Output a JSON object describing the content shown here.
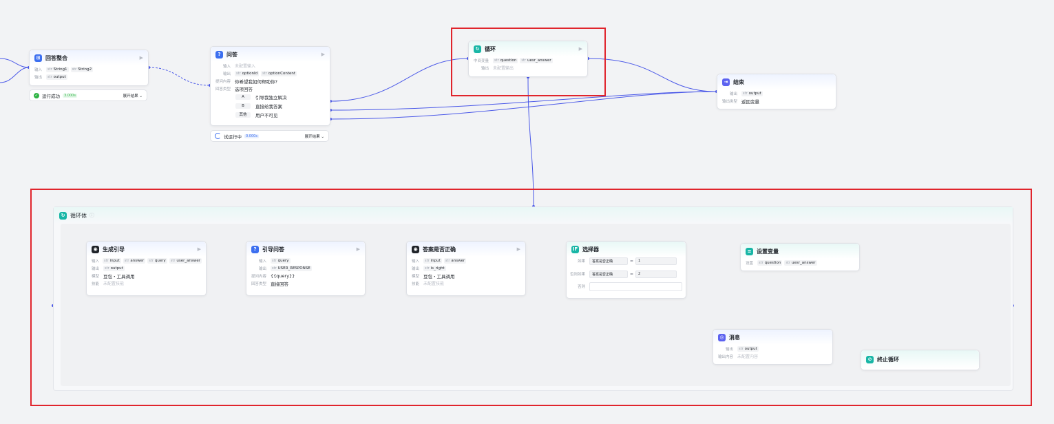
{
  "colors": {
    "wire": "#4a58e8",
    "highlight": "#e0242c",
    "accent": "#3c6ff0",
    "teal": "#18b6a6",
    "success": "#2fb344"
  },
  "nodes": {
    "merge": {
      "title": "回答整合",
      "input_label": "输入",
      "output_label": "输出",
      "inputs": [
        {
          "type": "str",
          "name": "String1"
        },
        {
          "type": "str",
          "name": "String2"
        }
      ],
      "output": {
        "type": "str",
        "name": "output"
      },
      "status": "运行成功",
      "time": "3.000s",
      "expand": "展开结果"
    },
    "qa": {
      "title": "问答",
      "input_label": "输入",
      "input_value": "未配置输入",
      "output_label": "输出",
      "outputs": [
        {
          "type": "str",
          "name": "optionId"
        },
        {
          "type": "str",
          "name": "optionContent"
        }
      ],
      "question_label": "提问内容",
      "question_value": "你希望我如何帮助你?",
      "answer_type_label": "回答类型",
      "answer_type_value": "选项回答",
      "options": [
        {
          "key": "A",
          "text": "引导我独立解决"
        },
        {
          "key": "B",
          "text": "直接给我答案"
        },
        {
          "key": "其他",
          "text": "用户不可见"
        }
      ],
      "status": "试运行中",
      "time": "0.000s",
      "expand": "展开结果"
    },
    "loop": {
      "title": "循环",
      "var_label": "中间变量",
      "vars": [
        {
          "type": "str",
          "name": "question"
        },
        {
          "type": "str",
          "name": "uesr_answer"
        }
      ],
      "output_label": "输出",
      "output_value": "未配置输出"
    },
    "end": {
      "title": "结束",
      "output_label": "输出",
      "output": {
        "type": "str",
        "name": "output"
      },
      "output_type_label": "输出类型",
      "output_type_value": "返回变量"
    },
    "loop_body": {
      "title": "循环体",
      "info": "ⓘ"
    },
    "gen_guide": {
      "title": "生成引导",
      "input_label": "输入",
      "inputs": [
        {
          "type": "str",
          "name": "input"
        },
        {
          "type": "str",
          "name": "answer"
        },
        {
          "type": "str",
          "name": "query"
        },
        {
          "type": "str",
          "name": "user_answer"
        }
      ],
      "output_label": "输出",
      "output": {
        "type": "str",
        "name": "output"
      },
      "model_label": "模型",
      "model_value": "豆包・工具调用",
      "skill_label": "技能",
      "skill_value": "未配置技能"
    },
    "guide_qa": {
      "title": "引导问答",
      "input_label": "输入",
      "input": {
        "type": "str",
        "name": "query"
      },
      "output_label": "输出",
      "output": {
        "type": "str",
        "name": "USER_RESPONSE"
      },
      "question_label": "提问内容",
      "question_value": "{{query}}",
      "answer_type_label": "回答类型",
      "answer_type_value": "直接回答"
    },
    "check": {
      "title": "答案是否正确",
      "input_label": "输入",
      "inputs": [
        {
          "type": "str",
          "name": "input"
        },
        {
          "type": "str",
          "name": "answer"
        }
      ],
      "output_label": "输出",
      "output": {
        "type": "str",
        "name": "is_right"
      },
      "model_label": "模型",
      "model_value": "豆包・工具调用",
      "skill_label": "技能",
      "skill_value": "未配置技能"
    },
    "selector": {
      "title": "选择器",
      "conditions": [
        {
          "label": "如果",
          "field": "答案是否正确",
          "op": "=",
          "value": "1"
        },
        {
          "label": "否则如果",
          "field": "答案是否正确",
          "op": "=",
          "value": "2"
        }
      ],
      "else_label": "否则"
    },
    "set_var": {
      "title": "设置变量",
      "label": "设置",
      "vars": [
        {
          "type": "str",
          "name": "question"
        },
        {
          "type": "str",
          "name": "uesr_answer"
        }
      ]
    },
    "message": {
      "title": "消息",
      "output_label": "输出",
      "output": {
        "type": "str",
        "name": "output"
      },
      "content_label": "输出内容",
      "content_value": "未配置内容"
    },
    "stop_loop": {
      "title": "终止循环"
    }
  }
}
